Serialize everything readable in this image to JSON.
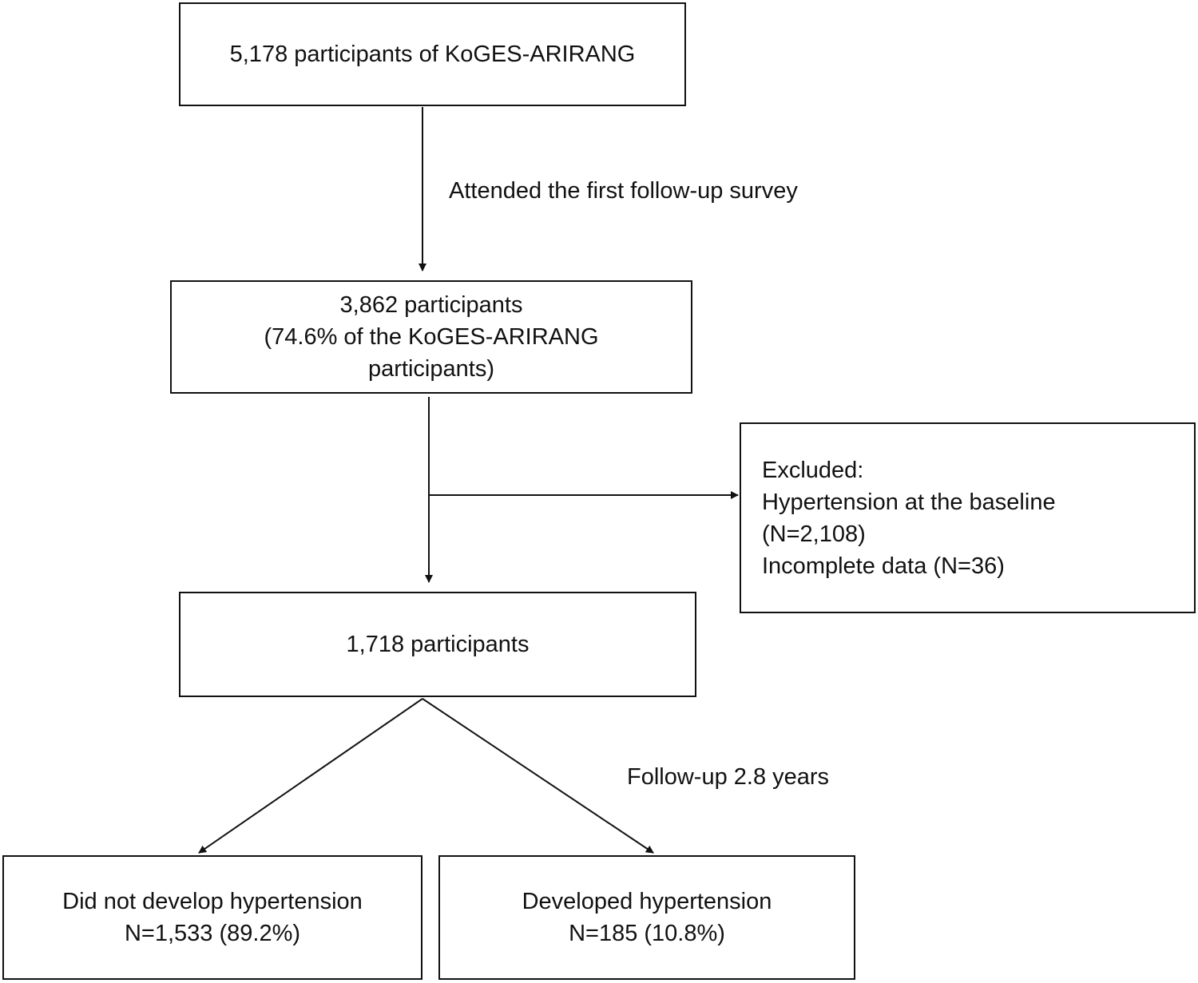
{
  "boxes": {
    "total": {
      "line1": "5,178 participants of KoGES-ARIRANG"
    },
    "followup": {
      "line1": "3,862 participants",
      "line2": "(74.6% of the KoGES-ARIRANG",
      "line3": "participants)"
    },
    "excluded": {
      "line1": "Excluded:",
      "line2": "Hypertension at the baseline",
      "line3": "(N=2,108)",
      "line4": "Incomplete data (N=36)"
    },
    "final": {
      "line1": "1,718 participants"
    },
    "no_htn": {
      "line1": "Did not develop hypertension",
      "line2": "N=1,533 (89.2%)"
    },
    "htn": {
      "line1": "Developed hypertension",
      "line2": "N=185 (10.8%)"
    }
  },
  "labels": {
    "attended": "Attended the first follow-up survey",
    "followup_duration": "Follow-up 2.8 years"
  }
}
